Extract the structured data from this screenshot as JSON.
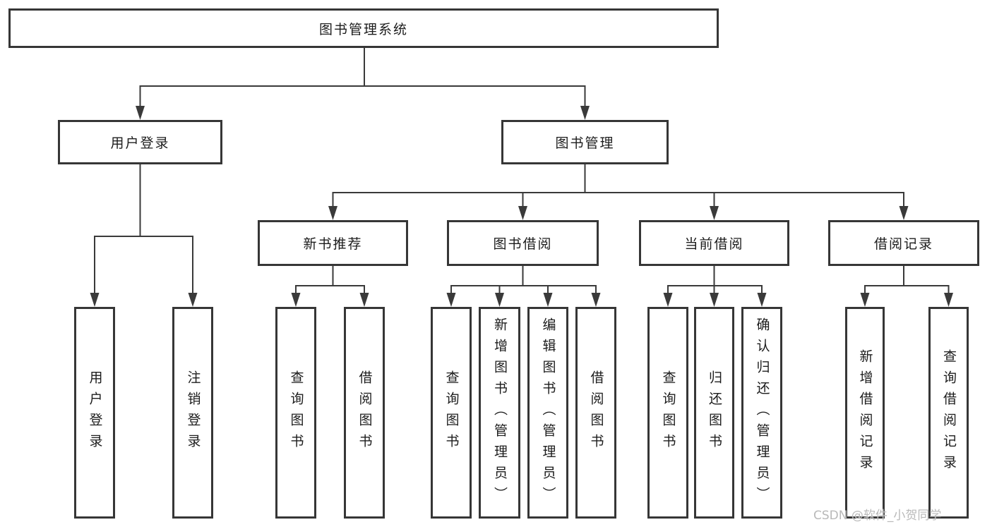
{
  "tree": {
    "root": {
      "label": "图书管理系统"
    },
    "branches": [
      {
        "label": "用户登录",
        "children": [
          {
            "label": "用户登录"
          },
          {
            "label": "注销登录"
          }
        ]
      },
      {
        "label": "图书管理",
        "children": [
          {
            "label": "新书推荐",
            "children": [
              {
                "label": "查询图书"
              },
              {
                "label": "借阅图书"
              }
            ]
          },
          {
            "label": "图书借阅",
            "children": [
              {
                "label": "查询图书"
              },
              {
                "label": "新增图书（管理员）"
              },
              {
                "label": "编辑图书（管理员）"
              },
              {
                "label": "借阅图书"
              }
            ]
          },
          {
            "label": "当前借阅",
            "children": [
              {
                "label": "查询图书"
              },
              {
                "label": "归还图书"
              },
              {
                "label": "确认归还（管理员）"
              }
            ]
          },
          {
            "label": "借阅记录",
            "children": [
              {
                "label": "新增借阅记录"
              },
              {
                "label": "查询借阅记录"
              }
            ]
          }
        ]
      }
    ]
  },
  "watermark": {
    "text": "CSDN @软件_小贺同学"
  },
  "colors": {
    "line": "#3a3a3a",
    "box_border": "#363636",
    "text": "#1c1c1c",
    "watermark": "#b9b9b9",
    "background": "#ffffff"
  }
}
